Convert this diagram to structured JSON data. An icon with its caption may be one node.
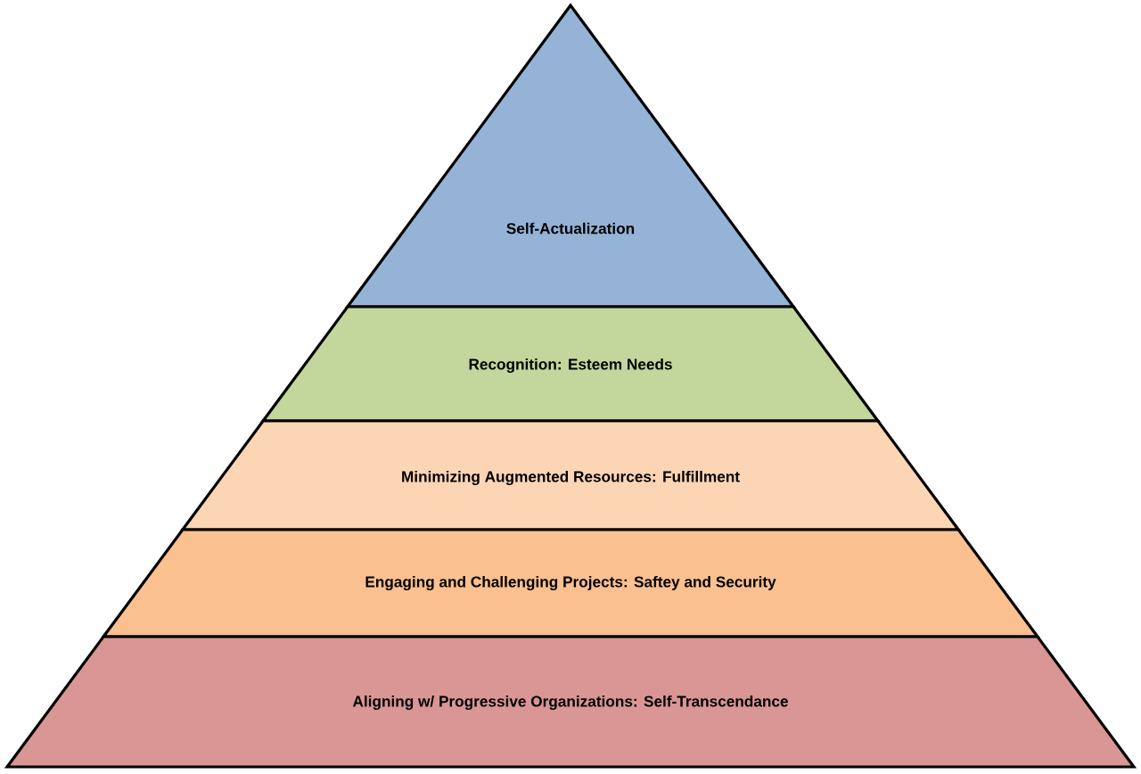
{
  "diagram": {
    "nodes": [
      {
        "text": [
          "Self-Actualization"
        ]
      },
      {
        "text": [
          "Recognition: Esteem Needs"
        ]
      },
      {
        "text": [
          "Minimizing Augmented Resources: Fulfillment"
        ]
      },
      {
        "text": [
          "Engaging and Challenging Projects: Saftey and Security"
        ]
      },
      {
        "text": [
          "Aligning w/ Progressive Organizations: Self-Transcendance"
        ]
      }
    ]
  }
}
